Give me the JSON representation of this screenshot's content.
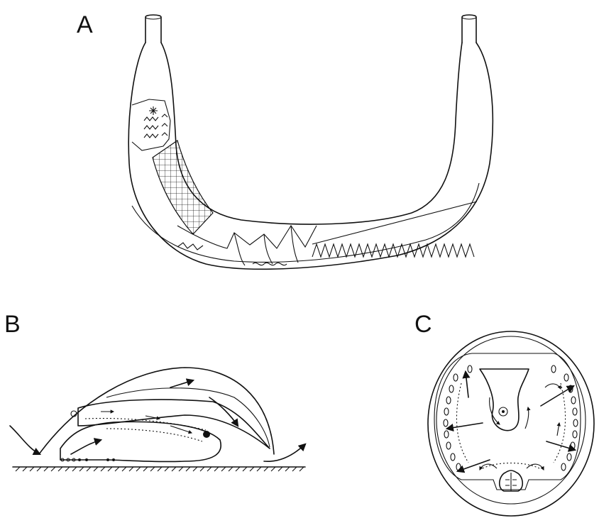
{
  "figure": {
    "panels": [
      {
        "label": "A"
      },
      {
        "label": "B"
      },
      {
        "label": "C"
      }
    ]
  },
  "colors": {
    "ink": "#111111",
    "background": "#ffffff"
  }
}
